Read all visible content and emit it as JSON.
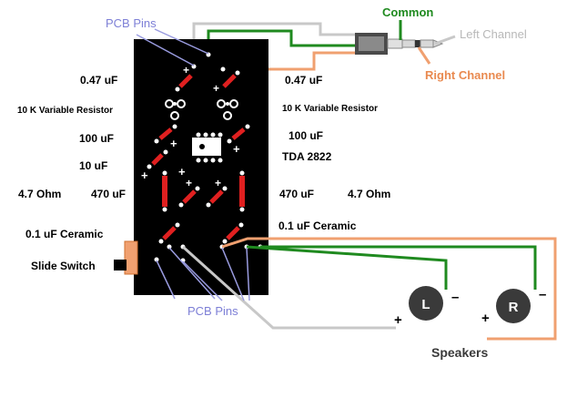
{
  "labels": {
    "pcb_pins_top": "PCB Pins",
    "pcb_pins_bottom": "PCB Pins",
    "common": "Common",
    "left_channel": "Left Channel",
    "right_channel": "Right Channel",
    "cap_047_left": "0.47 uF",
    "cap_047_right": "0.47 uF",
    "var_res_left": "10 K Variable Resistor",
    "var_res_right": "10 K Variable Resistor",
    "cap_100_left": "100 uF",
    "cap_100_right": "100 uF",
    "cap_10": "10 uF",
    "ic": "TDA 2822",
    "res_47_left": "4.7 Ohm",
    "cap_470_left": "470 uF",
    "cap_470_right": "470 uF",
    "res_47_right": "4.7 Ohm",
    "cer_left": "0.1 uF  Ceramic",
    "cer_right": "0.1 uF  Ceramic",
    "slide_switch": "Slide Switch",
    "speakers": "Speakers",
    "speaker_left": "L",
    "speaker_right": "R",
    "plus": "+",
    "minus": "–"
  },
  "colors": {
    "board": "#000000",
    "component": "#e02020",
    "common_wire": "#1f8a1f",
    "left_wire": "#c8c8c8",
    "right_wire": "#f0a070",
    "pin_label": "#7d7fd6",
    "speaker": "#3a3a3a"
  }
}
